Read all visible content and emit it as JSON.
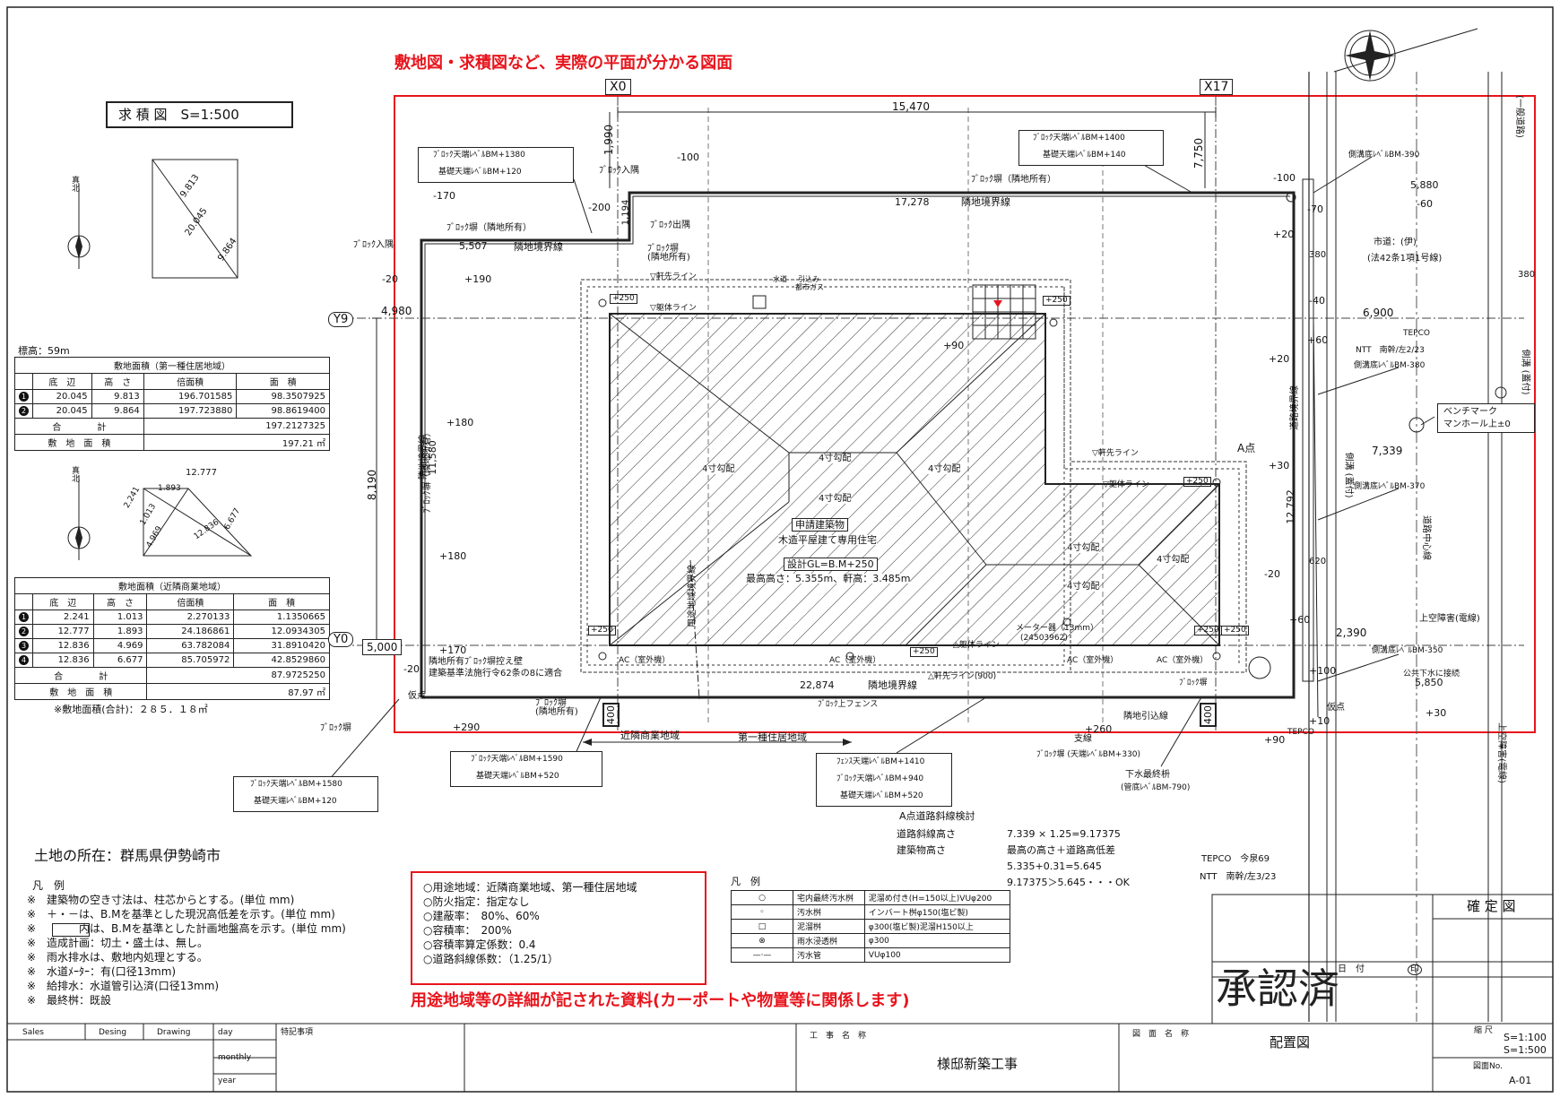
{
  "annotations": {
    "top_red": "敷地図・求積図など、実際の平面が分かる図面",
    "bottom_red": "用途地域等の詳細が記された資料(カーポートや物置等に関係します)"
  },
  "kyuseki": {
    "title": "求 積 図　S=1:500",
    "tri1": {
      "d1": "9.813",
      "d2": "20.045",
      "d3": "9.864"
    },
    "tri2": {
      "d1": "12.777",
      "d2": "2.241",
      "d3": "1.013",
      "d4": "1.893",
      "d5": "12.836",
      "d6": "6.677",
      "d7": "4.969"
    },
    "compass": "真北"
  },
  "table1": {
    "elev": "標高：59m",
    "title": "敷地面積（第一種住居地域）",
    "headers": [
      "底　辺",
      "高　さ",
      "倍面積",
      "面　積"
    ],
    "rows": [
      [
        "20.045",
        "9.813",
        "196.701585",
        "98.3507925"
      ],
      [
        "20.045",
        "9.864",
        "197.723880",
        "98.8619400"
      ]
    ],
    "sum_label": "合　　　　計",
    "sum_value": "197.2127325",
    "area_label": "敷　地　面　積",
    "area_value": "197.21 ㎡"
  },
  "table2": {
    "title": "敷地面積（近隣商業地域）",
    "headers": [
      "底　辺",
      "高　さ",
      "倍面積",
      "面　積"
    ],
    "rows": [
      [
        "2.241",
        "1.013",
        "2.270133",
        "1.1350665"
      ],
      [
        "12.777",
        "1.893",
        "24.186861",
        "12.0934305"
      ],
      [
        "12.836",
        "4.969",
        "63.782084",
        "31.8910420"
      ],
      [
        "12.836",
        "6.677",
        "85.705972",
        "42.8529860"
      ]
    ],
    "sum_label": "合　　　　計",
    "sum_value": "87.9725250",
    "area_label": "敷　地　面　積",
    "area_value": "87.97 ㎡",
    "total_note": "※敷地面積(合計)：２８５．１８㎡"
  },
  "plan": {
    "grid": {
      "x0": "X0",
      "x17": "X17",
      "y9": "Y9",
      "y0": "Y0"
    },
    "dims": {
      "top": "15,470",
      "left_upper": "1,990",
      "right_upper": "7,750",
      "y_span": "4,980",
      "height_left": "8,190",
      "y0_box": "5,000",
      "road_w1": "5,880",
      "road_w2": "6,900",
      "road_w3": "7,339",
      "road_w4": "2,390",
      "road_w5": "5,850",
      "n_boundary": "17,278",
      "w_boundary": "11,580",
      "s_boundary": "22,874",
      "nw_boundary": "5,507",
      "e_road": "12,792",
      "nw_1194": "1,194",
      "tick380a": "380",
      "tick380b": "380",
      "tick620": "620",
      "box400a": "400",
      "box400b": "400"
    },
    "levels": [
      "-100",
      "-170",
      "-200",
      "-20",
      "+190",
      "+180",
      "+180",
      "+170",
      "-20",
      "+290",
      "-100",
      "-70",
      "-60",
      "+20",
      "-40",
      "+60",
      "+20",
      "+30",
      "-20",
      "+60",
      "+100",
      "+10",
      "+90",
      "+260",
      "+30",
      "+90",
      "+250",
      "+250",
      "+250",
      "+250",
      "+250",
      "+250",
      "+250"
    ],
    "labels": {
      "blk_in1": "ﾌﾞﾛｯｸ入隅",
      "blk_in2": "ﾌﾞﾛｯｸ入隅",
      "blk_out": "ﾌﾞﾛｯｸ出隅",
      "blk_wall_nbr": "ﾌﾞﾛｯｸ塀（隣地所有）",
      "blk_wall_nbr2": "ﾌﾞﾛｯｸ塀\n(隣地所有)",
      "blk_wall_nbr_s": "ﾌﾞﾛｯｸ塀\n(隣地所有)",
      "blk_wall": "ﾌﾞﾛｯｸ塀",
      "boundary": "隣地境界線",
      "road_boundary": "道路境界線",
      "eave": "▽軒先ライン",
      "wall": "▽躯体ライン",
      "eave900": "△軒先ライン(900)",
      "wall_d": "△躯体ライン",
      "a_point": "A点",
      "bldg1": "申請建築物",
      "bldg2": "木造平屋建て専用住宅",
      "bldg3": "設計GL=B.M+250",
      "bldg4": "最高高さ：5.355m、軒高：3.485m",
      "pitch": "4寸勾配",
      "meter": "メーター器（13mm）",
      "meter_no": "(24503962)",
      "ac": "AC（室外機）",
      "gas": "都市ガス",
      "gas2": "引込み",
      "water": "水道",
      "zone_use": "用途地域境界線",
      "zone_ns": "近隣商業地域",
      "zone_r1": "第一種住居地域",
      "kari": "仮点",
      "kari2": "仮点",
      "block_fence": "ﾌﾞﾛｯｸ上フェンス",
      "block_wall_s": "ﾌﾞﾛｯｸ塀",
      "nbr_pipe": "隣地引込線",
      "stay": "支線",
      "nbr_wall_note1": "隣地所有ﾌﾞﾛｯｸ塀控え壁",
      "nbr_wall_note2": "建築基準法施行令62条の8に適合",
      "road1": "市道：(伊)",
      "road2": "(法42条1項1号線)",
      "tepco1": "TEPCO",
      "tepco2": "NTT　南幹/左2/23",
      "gutter1": "側溝底ﾚﾍﾞﾙBM-390",
      "gutter2": "側溝底ﾚﾍﾞﾙBM-380",
      "gutter3": "側溝底ﾚﾍﾞﾙBM-370",
      "gutter4": "側溝底ﾚﾍﾞﾙBM-350",
      "bench1": "ベンチマーク",
      "bench2": "マンホール上±0",
      "overhead": "上空障害(電線)",
      "public_sewer": "公共下水に接続",
      "tepco_s": "TEPCO",
      "v_side": "側溝 (蓋付)",
      "v_road": "道路中心線",
      "v_overhead": "上空障害(電線)",
      "v_gutter_e": "側溝 (蓋付)",
      "v_road_edge": "(一般道路)"
    },
    "callouts": {
      "nw_blk1": "ﾌﾞﾛｯｸ天端ﾚﾍﾞﾙBM+1380",
      "nw_fnd1": "基礎天端ﾚﾍﾞﾙBM+120",
      "ne_blk1": "ﾌﾞﾛｯｸ天端ﾚﾍﾞﾙBM+1400",
      "ne_fnd1": "基礎天端ﾚﾍﾞﾙBM+140",
      "sw_blk": "ﾌﾞﾛｯｸ天端ﾚﾍﾞﾙBM+1580",
      "sw_fnd": "基礎天端ﾚﾍﾞﾙBM+120",
      "s_blk": "ﾌﾞﾛｯｸ天端ﾚﾍﾞﾙBM+1590",
      "s_fnd": "基礎天端ﾚﾍﾞﾙBM+520",
      "se_fence": "ﾌｪﾝｽ天端ﾚﾍﾞﾙBM+1410",
      "se_blk": "ﾌﾞﾛｯｸ天端ﾚﾍﾞﾙBM+940",
      "se_fnd": "基礎天端ﾚﾍﾞﾙBM+520",
      "se_blkwall": "ﾌﾞﾛｯｸ塀 (天端ﾚﾍﾞﾙBM+330)",
      "sewer1": "下水最終枡",
      "sewer2": "(管底ﾚﾍﾞﾙBM-790)"
    }
  },
  "road_check": {
    "title": "A点道路斜線検討",
    "l1": "道路斜線高さ",
    "v1": "7.339 × 1.25=9.17375",
    "l2": "建築物高さ",
    "v2": "最高の高さ＋道路高低差",
    "v3": "5.335+0.31=5.645",
    "v4": "9.17375＞5.645・・・OK"
  },
  "ntt_s": {
    "l1": "TEPCO　今泉69",
    "l2": "NTT　南幹/左3/23"
  },
  "location": "土地の所在：群馬県伊勢崎市",
  "notes": {
    "title": "凡　例",
    "items": [
      "※　建築物の空き寸法は、柱芯からとする。(単位 mm)",
      "※　＋・－は、B.Mを基準とした現況高低差を示す。(単位 mm)",
      "※　　　　内は、B.Mを基準とした計画地盤高を示す。(単位 mm)",
      "※　造成計画：切土・盛土は、無し。",
      "※　雨水排水は、敷地内処理とする。",
      "※　水道ﾒｰﾀｰ：有(口径13mm)",
      "※　給排水：水道管引込済(口径13mm)",
      "※　最終桝：既設"
    ]
  },
  "zoning": [
    "○用途地域：近隣商業地域、第一種住居地域",
    "○防火指定：指定なし",
    "○建蔽率：　80%、60%",
    "○容積率：　200%",
    "○容積率算定係数：0.4",
    "○道路斜線係数：（1.25/1）"
  ],
  "legend": {
    "title": "凡　例",
    "rows": [
      {
        "sym": "○",
        "name": "宅内最終汚水桝",
        "spec": "泥溜め付き(H=150以上)VUφ200"
      },
      {
        "sym": "◦",
        "name": "汚水桝",
        "spec": "インバート桝φ150(塩ビ製)"
      },
      {
        "sym": "□",
        "name": "泥溜桝",
        "spec": "φ300(塩ビ製)泥溜H150以上"
      },
      {
        "sym": "⊗",
        "name": "雨水浸透桝",
        "spec": "φ300"
      },
      {
        "sym": "—·—",
        "name": "汚水管",
        "spec": "VUφ100"
      }
    ]
  },
  "approval": {
    "title": "確 定 図",
    "stamp": "承認済",
    "date": "日　付",
    "seal": "印"
  },
  "titleblock": {
    "sales": "Sales",
    "desing": "Desing",
    "drawing": "Drawing",
    "day": "day",
    "monthly": "monthly",
    "year": "year",
    "special": "特記事項",
    "work_label": "工　事　名　称",
    "work": "様邸新築工事",
    "drawing_label": "図　面　名　称",
    "drawing_name": "配置図",
    "scale_label": "縮 尺",
    "scale1": "S=1:100",
    "scale2": "S=1:500",
    "no_label": "図面No.",
    "no": "A-01"
  }
}
